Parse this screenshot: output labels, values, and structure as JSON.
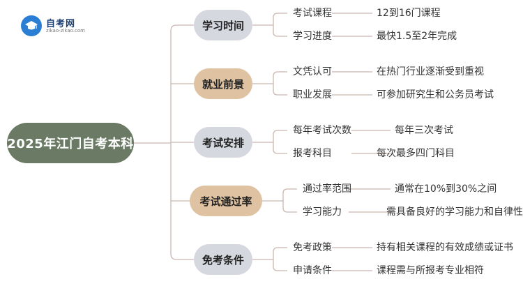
{
  "logo": {
    "title": "自考网",
    "url": "zikao-zikao.com",
    "icon": "graduation-cap-icon",
    "color": "#2a7fd4"
  },
  "root": {
    "label": "2025年江门自考本科",
    "color": "#6a7a64"
  },
  "branches": [
    {
      "label": "学习时间",
      "color": "#d6d8e0",
      "items": [
        {
          "key": "考试课程",
          "value": "12到16门课程"
        },
        {
          "key": "学习进度",
          "value": "最快1.5至2年完成"
        }
      ]
    },
    {
      "label": "就业前景",
      "color": "#dfc2a2",
      "items": [
        {
          "key": "文凭认可",
          "value": "在热门行业逐渐受到重视"
        },
        {
          "key": "职业发展",
          "value": "可参加研究生和公务员考试"
        }
      ]
    },
    {
      "label": "考试安排",
      "color": "#d6d8e0",
      "items": [
        {
          "key": "每年考试次数",
          "value": "每年三次考试"
        },
        {
          "key": "报考科目",
          "value": "每次最多四门科目"
        }
      ]
    },
    {
      "label": "考试通过率",
      "color": "#dfc2a2",
      "items": [
        {
          "key": "通过率范围",
          "value": "通常在10%到30%之间"
        },
        {
          "key": "学习能力",
          "value": "需具备良好的学习能力和自律性"
        }
      ]
    },
    {
      "label": "免考条件",
      "color": "#d6d8e0",
      "items": [
        {
          "key": "免考政策",
          "value": "持有相关课程的有效成绩或证书"
        },
        {
          "key": "申请条件",
          "value": "课程需与所报考专业相符"
        }
      ]
    }
  ],
  "line_color": "#c9b6b0"
}
